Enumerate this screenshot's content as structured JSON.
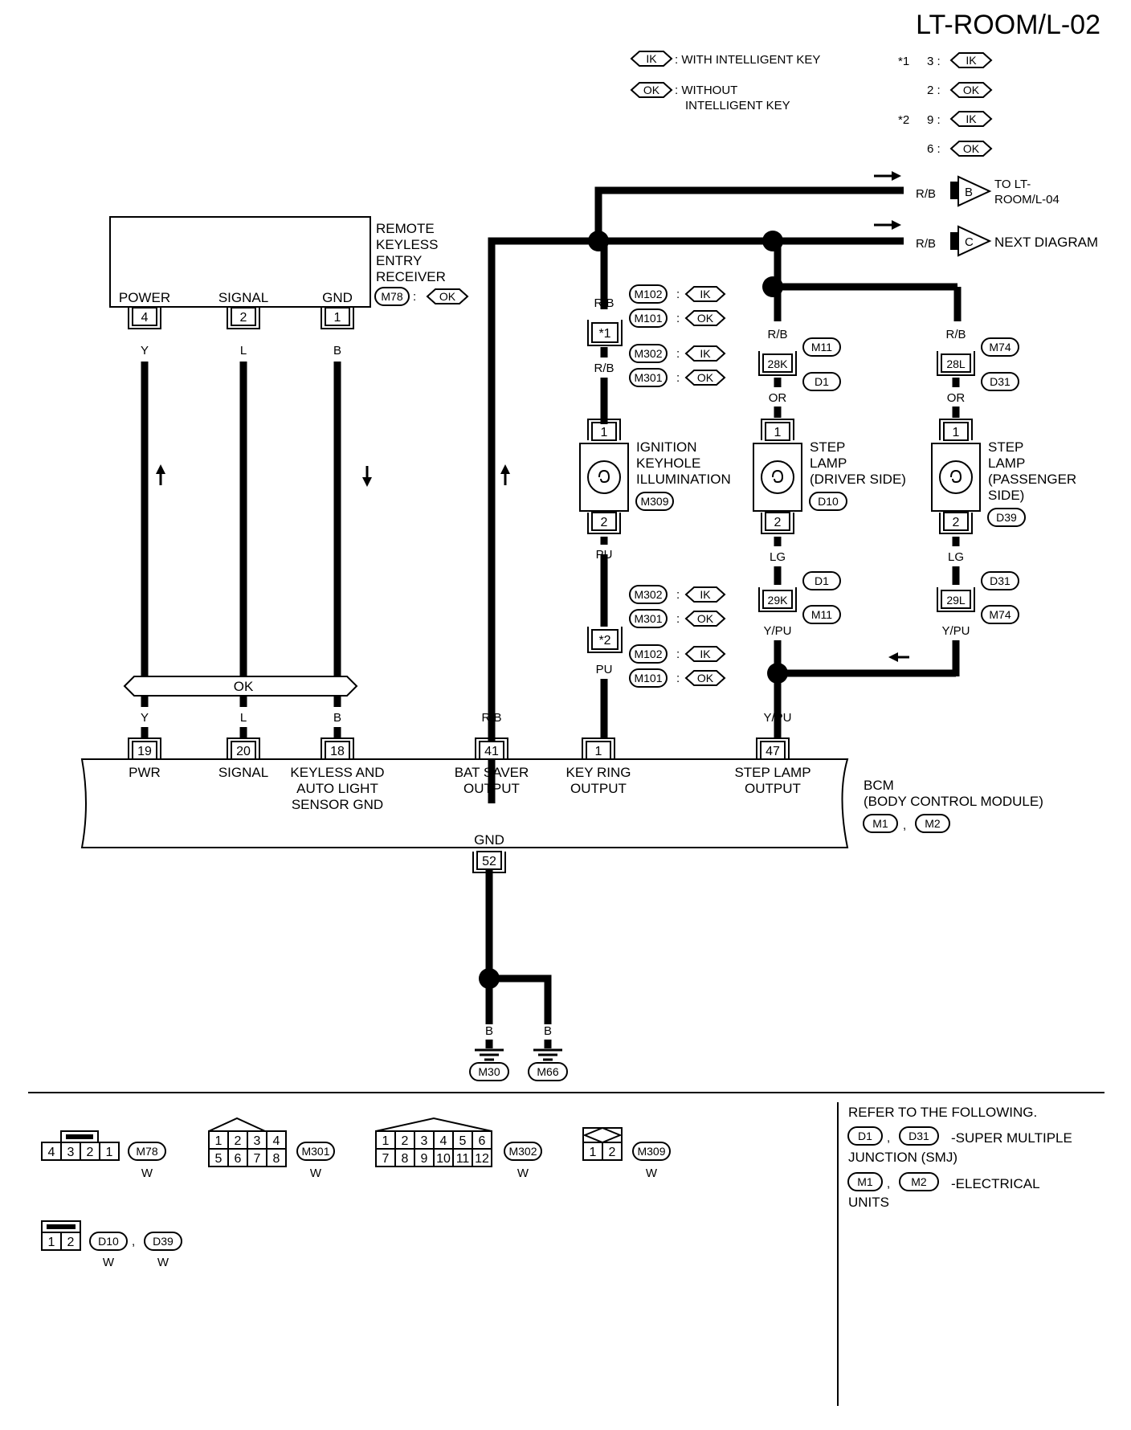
{
  "title": "LT-ROOM/L-02",
  "legend": {
    "ik_symbol": "IK",
    "ok_symbol": "OK",
    "ik_text": ": WITH INTELLIGENT KEY",
    "ok_text_line1": ": WITHOUT",
    "ok_text_line2": "INTELLIGENT KEY",
    "star1": "*1",
    "star2": "*2",
    "star1_ik": "3 :",
    "star1_ok": "2 :",
    "star2_ik": "9 :",
    "star2_ok": "6 :"
  },
  "top_refs": {
    "to_lt": {
      "wire": "R/B",
      "letter": "B",
      "line1": "TO LT-",
      "line2": "ROOM/L-04"
    },
    "next": {
      "wire": "R/B",
      "letter": "C",
      "text": "NEXT DIAGRAM"
    }
  },
  "receiver": {
    "name_lines": [
      "REMOTE",
      "KEYLESS",
      "ENTRY",
      "RECEIVER"
    ],
    "connector": "M78",
    "condition": "OK",
    "pins": [
      {
        "label": "POWER",
        "num": "4",
        "wire": "Y"
      },
      {
        "label": "SIGNAL",
        "num": "2",
        "wire": "L"
      },
      {
        "label": "GND",
        "num": "1",
        "wire": "B"
      }
    ],
    "ok_bar": "OK"
  },
  "junctions": {
    "star1": {
      "box": "*1",
      "wire_top": "R/B",
      "wire_bottom": "R/B",
      "tags": [
        {
          "c": "M102",
          "k": "IK"
        },
        {
          "c": "M101",
          "k": "OK"
        },
        {
          "c": "M302",
          "k": "IK"
        },
        {
          "c": "M301",
          "k": "OK"
        }
      ]
    },
    "star2": {
      "box": "*2",
      "wire_top": "PU",
      "wire_bottom": "PU",
      "tags": [
        {
          "c": "M302",
          "k": "IK"
        },
        {
          "c": "M301",
          "k": "OK"
        },
        {
          "c": "M102",
          "k": "IK"
        },
        {
          "c": "M101",
          "k": "OK"
        }
      ]
    },
    "j28k": {
      "box": "28K",
      "wire_top": "R/B",
      "wire_bottom": "OR",
      "c1": "M11",
      "c2": "D1"
    },
    "j28l": {
      "box": "28L",
      "wire_top": "R/B",
      "wire_bottom": "OR",
      "c1": "M74",
      "c2": "D31"
    },
    "j29k": {
      "box": "29K",
      "wire_top": "LG",
      "wire_bottom": "Y/PU",
      "c1": "D1",
      "c2": "M11"
    },
    "j29l": {
      "box": "29L",
      "wire_top": "LG",
      "wire_bottom": "Y/PU",
      "c1": "D31",
      "c2": "M74"
    }
  },
  "lamps": [
    {
      "lines": [
        "IGNITION",
        "KEYHOLE",
        "ILLUMINATION"
      ],
      "connector": "M309",
      "pin_top": "1",
      "pin_bottom": "2"
    },
    {
      "lines": [
        "STEP",
        "LAMP",
        "(DRIVER SIDE)"
      ],
      "connector": "D10",
      "pin_top": "1",
      "pin_bottom": "2"
    },
    {
      "lines": [
        "STEP",
        "LAMP",
        "(PASSENGER",
        "SIDE)"
      ],
      "connector": "D39",
      "pin_top": "1",
      "pin_bottom": "2"
    }
  ],
  "bcm": {
    "name_line1": "BCM",
    "name_line2": "(BODY CONTROL MODULE)",
    "connectors": [
      "M1",
      "M2"
    ],
    "pins": [
      {
        "num": "19",
        "wire": "Y",
        "label_lines": [
          "PWR"
        ]
      },
      {
        "num": "20",
        "wire": "L",
        "label_lines": [
          "SIGNAL"
        ]
      },
      {
        "num": "18",
        "wire": "B",
        "label_lines": [
          "KEYLESS AND",
          "AUTO LIGHT",
          "SENSOR GND"
        ]
      },
      {
        "num": "41",
        "wire": "R/B",
        "label_lines": [
          "BAT SAVER",
          "OUTPUT"
        ]
      },
      {
        "num": "1",
        "wire": "",
        "label_lines": [
          "KEY RING",
          "OUTPUT"
        ]
      },
      {
        "num": "47",
        "wire": "Y/PU",
        "label_lines": [
          "STEP LAMP",
          "OUTPUT"
        ]
      }
    ],
    "gnd_label": "GND",
    "gnd_pin": "52",
    "gnd_wire": "B"
  },
  "grounds": [
    {
      "wire": "B",
      "connector": "M30"
    },
    {
      "wire": "B",
      "connector": "M66"
    }
  ],
  "connector_views": {
    "m78": {
      "pins": [
        "4",
        "3",
        "2",
        "1"
      ],
      "name": "M78",
      "color": "W"
    },
    "m301": {
      "row1": [
        "1",
        "2",
        "3",
        "4"
      ],
      "row2": [
        "5",
        "6",
        "7",
        "8"
      ],
      "name": "M301",
      "color": "W"
    },
    "m302": {
      "row1": [
        "1",
        "2",
        "3",
        "4",
        "5",
        "6"
      ],
      "row2": [
        "7",
        "8",
        "9",
        "10",
        "11",
        "12"
      ],
      "name": "M302",
      "color": "W"
    },
    "m309": {
      "pins": [
        "1",
        "2"
      ],
      "name": "M309",
      "color": "W"
    },
    "d10": {
      "pins": [
        "1",
        "2"
      ],
      "name1": "D10",
      "name2": "D39",
      "color1": "W",
      "color2": "W",
      "sep": ","
    }
  },
  "refer": {
    "heading": "REFER TO THE FOLLOWING.",
    "line1_c1": "D1",
    "line1_c2": "D31",
    "line1_text": "-SUPER MULTIPLE",
    "line1_text2": "JUNCTION (SMJ)",
    "line2_c1": "M1",
    "line2_c2": "M2",
    "line2_text": "-ELECTRICAL",
    "line2_text2": "UNITS"
  },
  "comma": ",",
  "colon": ":"
}
